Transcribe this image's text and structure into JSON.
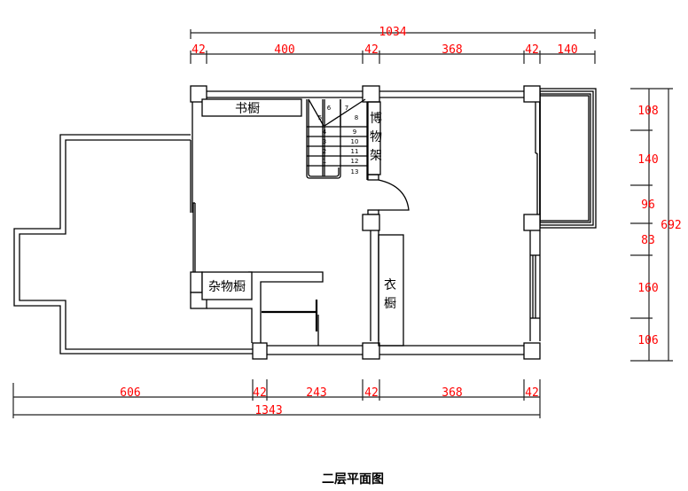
{
  "title": "二层平面图",
  "rooms": {
    "bookcase": "书橱",
    "display_shelf": [
      "博",
      "物",
      "架"
    ],
    "storage_closet": "杂物橱",
    "wardrobe": [
      "衣",
      "橱"
    ]
  },
  "stairs": {
    "steps": [
      "1",
      "2",
      "3",
      "4",
      "5",
      "6",
      "7",
      "8",
      "9",
      "10",
      "11",
      "12",
      "13"
    ]
  },
  "dimensions": {
    "top_total": "1034",
    "top_segments": [
      "42",
      "400",
      "42",
      "368",
      "42",
      "140"
    ],
    "right_total": "692",
    "right_segments": [
      "108",
      "140",
      "96",
      "83",
      "160",
      "106"
    ],
    "bottom_segments": [
      "606",
      "42",
      "243",
      "42",
      "368",
      "42"
    ],
    "bottom_total": "1343"
  },
  "colors": {
    "dimension_text": "#ff0000",
    "lines": "#000000"
  }
}
